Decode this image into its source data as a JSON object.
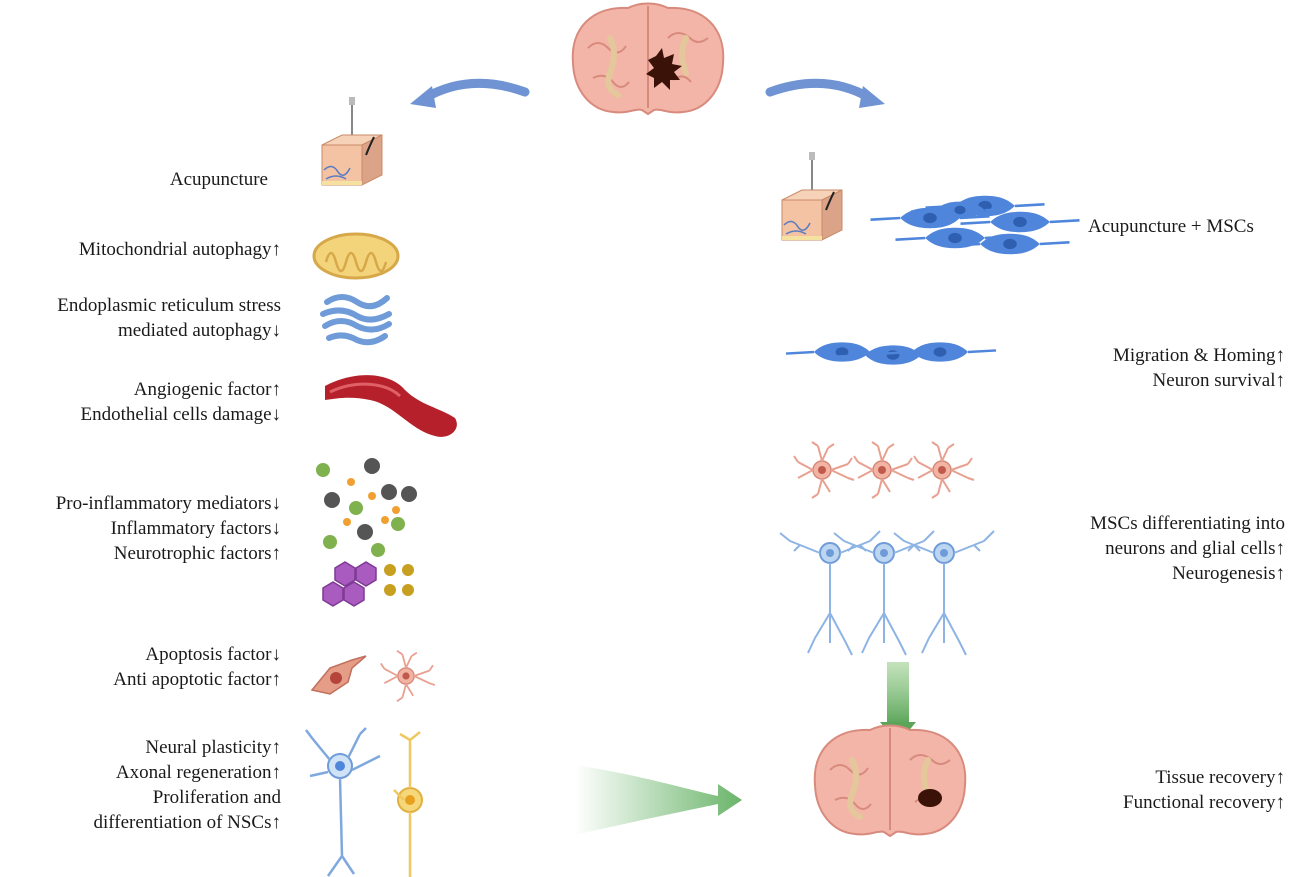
{
  "left": {
    "acupuncture": "Acupuncture",
    "mito": "Mitochondrial autophagy↑",
    "er": [
      "Endoplasmic reticulum stress",
      "mediated autophagy↓"
    ],
    "vessel": [
      "Angiogenic factor↑",
      "Endothelial cells damage↓"
    ],
    "inflam": [
      "Pro-inflammatory mediators↓",
      "Inflammatory factors↓",
      "Neurotrophic factors↑"
    ],
    "apop": [
      "Apoptosis factor↓",
      "Anti apoptotic factor↑"
    ],
    "neural": [
      "Neural plasticity↑",
      "Axonal regeneration↑",
      "Proliferation and",
      "differentiation of NSCs↑"
    ]
  },
  "right": {
    "combo": "Acupuncture + MSCs",
    "migration": [
      "Migration & Homing↑",
      "Neuron survival↑"
    ],
    "diff": [
      "MSCs differentiating into",
      "neurons and glial cells↑",
      "Neurogenesis↑"
    ],
    "recovery": [
      "Tissue recovery↑",
      "Functional recovery↑"
    ]
  },
  "colors": {
    "arrow_blue": "#6f93d3",
    "arrow_green": "#6ab46a",
    "brain": "#f2b5a8",
    "lesion": "#3a1208",
    "msc": "#4f86dc",
    "mito": "#f3d47a",
    "er": "#6f9bd8",
    "vessel": "#b5202a"
  },
  "icons": [
    "brain-icon",
    "skin-needle-icon",
    "mitochondrion-icon",
    "er-icon",
    "blood-vessel-icon",
    "cytokine-icon",
    "apoptotic-cell-icon",
    "neuron-icon",
    "msc-icon",
    "astrocyte-icon"
  ]
}
